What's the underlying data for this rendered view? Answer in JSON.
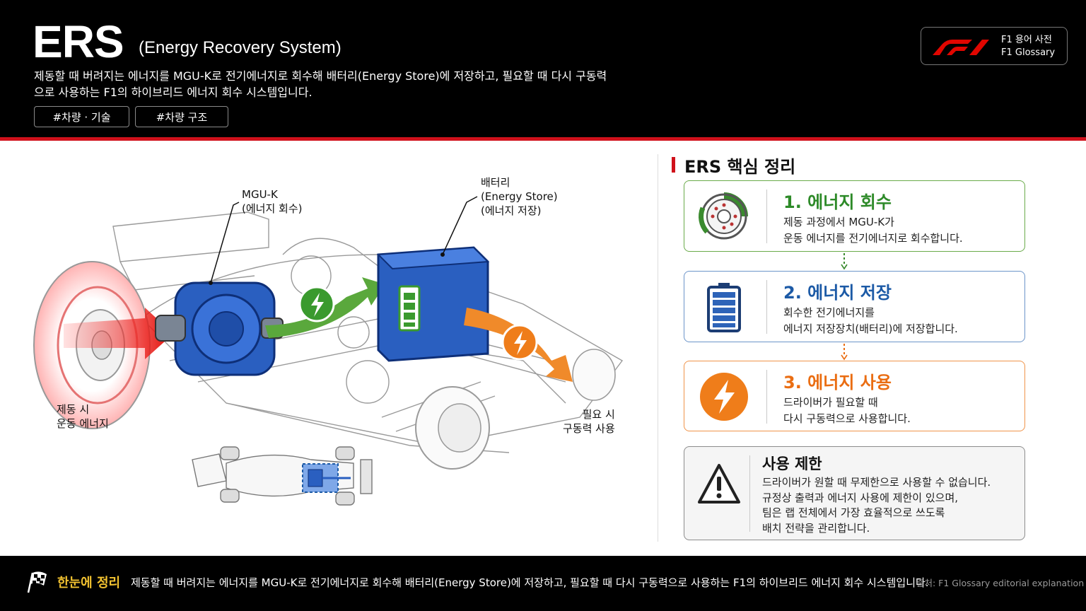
{
  "header": {
    "title": "ERS",
    "subtitle": "(Energy Recovery System)",
    "description": "제동할 때 버려지는 에너지를 MGU-K로 전기에너지로 회수해 배터리(Energy Store)에 저장하고, 필요할 때 다시 구동력으로 사용하는 F1의 하이브리드 에너지 회수 시스템입니다.",
    "tags": [
      "#차량 · 기술",
      "#차량 구조"
    ],
    "logo": {
      "line1": "F1 용어 사전",
      "line2": "F1 Glossary"
    }
  },
  "illustration": {
    "label_mguk": [
      "MGU-K",
      "(에너지 회수)"
    ],
    "label_battery": [
      "배터리",
      "(Energy Store)",
      "(에너지 저장)"
    ],
    "label_brake": [
      "제동 시",
      "운동 에너지"
    ],
    "label_use": [
      "필요 시",
      "구동력 사용"
    ]
  },
  "summary": {
    "title": "ERS 핵심 정리",
    "cards": [
      {
        "title": "1. 에너지 회수",
        "lines": [
          "제동 과정에서 MGU-K가",
          "운동 에너지를 전기에너지로 회수합니다."
        ],
        "icon": "brake-disc-icon",
        "color": "#2d8a28"
      },
      {
        "title": "2. 에너지 저장",
        "lines": [
          "회수한 전기에너지를",
          "에너지 저장장치(배터리)에 저장합니다."
        ],
        "icon": "battery-icon",
        "color": "#1c5aa6"
      },
      {
        "title": "3. 에너지 사용",
        "lines": [
          "드라이버가 필요할 때",
          "다시 구동력으로 사용합니다."
        ],
        "icon": "lightning-icon",
        "color": "#ea6d12"
      }
    ],
    "limit": {
      "title": "사용 제한",
      "lines": [
        "드라이버가 원할 때 무제한으로 사용할 수 없습니다.",
        "규정상 출력과 에너지 사용에 제한이 있으며,",
        "팀은 랩 전체에서 가장 효율적으로 쓰도록",
        "배치 전략을 관리합니다."
      ],
      "icon": "warning-icon"
    }
  },
  "footer": {
    "label": "한눈에 정리",
    "text": "제동할 때 버려지는 에너지를 MGU-K로 전기에너지로 회수해 배터리(Energy Store)에 저장하고, 필요할 때 다시 구동력으로 사용하는 F1의 하이브리드 에너지 회수 시스템입니다.",
    "source": "출처: F1 Glossary editorial explanation"
  },
  "colors": {
    "accent_red": "#d0111b",
    "recover_green": "#2d8a28",
    "store_blue": "#1c5aa6",
    "use_orange": "#ea6d12",
    "footer_label_yellow": "#f2c230"
  }
}
